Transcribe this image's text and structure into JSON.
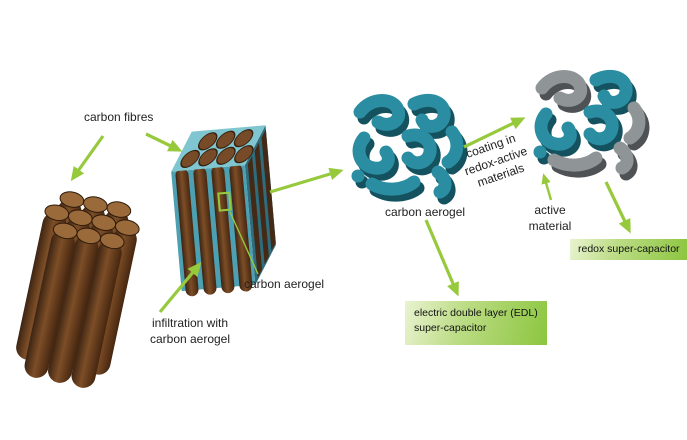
{
  "diagram": {
    "labels": {
      "carbon_fibres": "carbon fibres",
      "infiltration": "infiltration with\ncarbon aerogel",
      "carbon_aerogel_block": "carbon aerogel",
      "carbon_aerogel_foam": "carbon aerogel",
      "coating": "coating in\nredox-active\nmaterials",
      "active_material": "active\nmaterial"
    },
    "boxes": {
      "edl": "electric double layer (EDL)\nsuper-capacitor",
      "redox": "redox super-capacitor"
    },
    "colors": {
      "arrow_green": "#97c93d",
      "box_green_light": "#e9f3d0",
      "box_green_dark": "#8cc63f",
      "aerogel_teal": "#2b8da1",
      "aerogel_teal_shadow": "#14525f",
      "active_grey": "#8f9496",
      "active_grey_shadow": "#4e5254",
      "fibre_brown": "#7d4e27",
      "text": "#222222"
    }
  }
}
